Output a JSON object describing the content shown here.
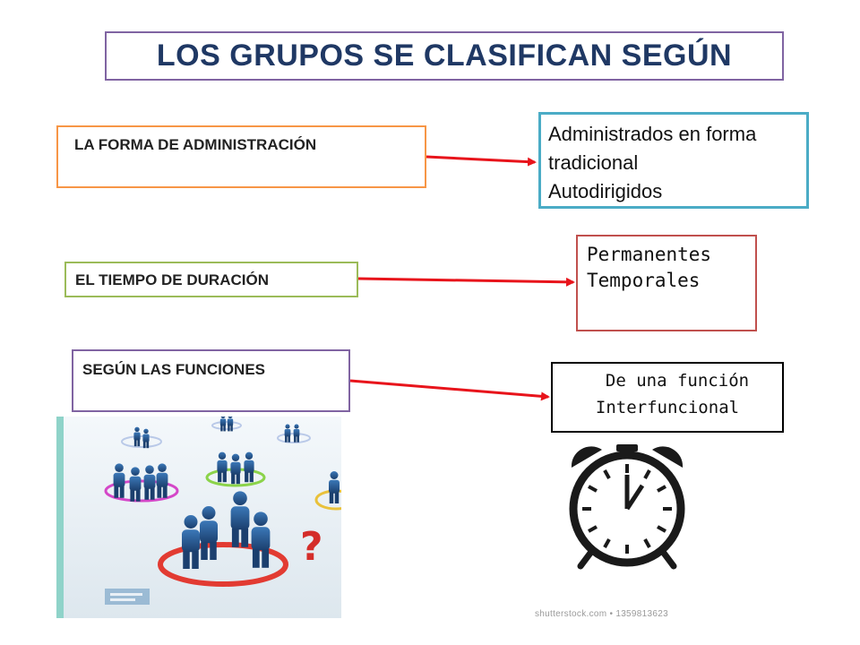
{
  "title": "LOS GRUPOS SE CLASIFICAN SEGÚN",
  "criteria": [
    {
      "label": "LA FORMA DE ADMINISTRACIÓN",
      "options": [
        "Administrados en forma",
        "tradicional",
        "Autodirigidos"
      ]
    },
    {
      "label": "EL TIEMPO DE DURACIÓN",
      "options": [
        "Permanentes",
        "Temporales"
      ]
    },
    {
      "label": "SEGÚN LAS FUNCIONES",
      "options": [
        "De una función",
        "Interfuncional"
      ]
    }
  ],
  "images": {
    "people": "people-groups-illustration",
    "clock": "alarm-clock-icon",
    "stock_caption": "shutterstock.com • 1359813623"
  },
  "colors": {
    "title_text": "#1f3864",
    "title_border": "#8064a2",
    "admin_border": "#f79646",
    "tiempo_border": "#9bbb59",
    "funciones_border": "#8064a2",
    "admin_opts_border": "#4bacc6",
    "tiempo_opts_border": "#c0504d",
    "funciones_opts_border": "#000000",
    "arrow": "#e8141b"
  }
}
